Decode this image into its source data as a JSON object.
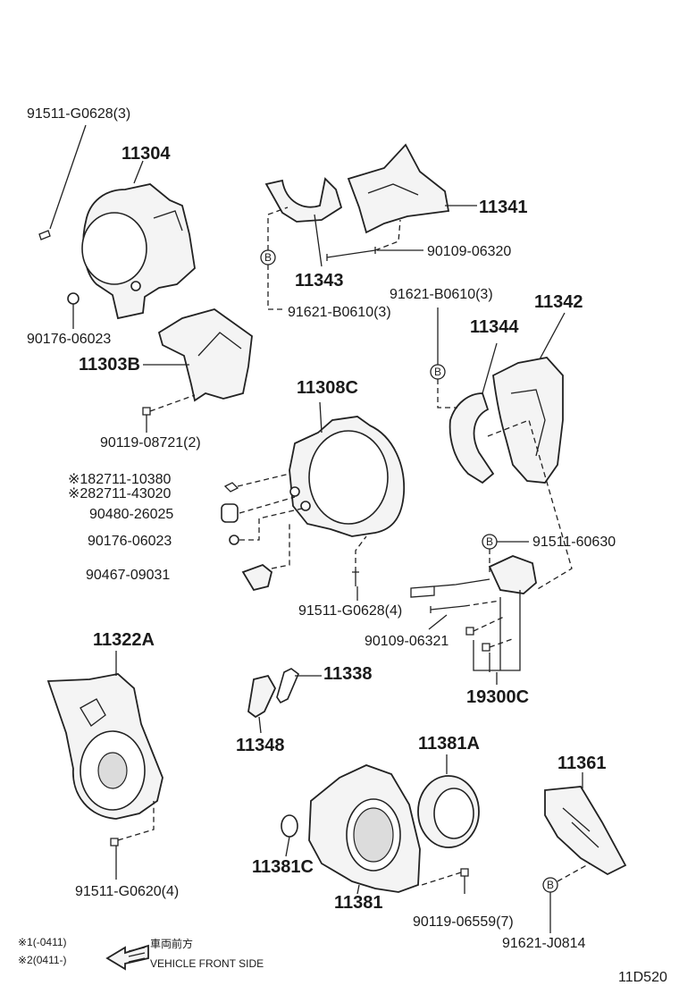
{
  "labels": {
    "p91511_G0628_3": "91511-G0628(3)",
    "p11304": "11304",
    "p90176_06023_a": "90176-06023",
    "p11303B": "11303B",
    "p90119_08721_2": "90119-08721(2)",
    "p11341": "11341",
    "p90109_06320": "90109-06320",
    "p11343": "11343",
    "p91621_B0610_3_a": "91621-B0610(3)",
    "p91621_B0610_3_b": "91621-B0610(3)",
    "p11342": "11342",
    "p11344": "11344",
    "p11308C": "11308C",
    "p82711_10380": "※182711-10380",
    "p82711_43020": "※282711-43020",
    "p90480_26025": "90480-26025",
    "p90176_06023_b": "90176-06023",
    "p90467_09031": "90467-09031",
    "p91511_G0628_4": "91511-G0628(4)",
    "p91511_60630": "91511-60630",
    "p90109_06321": "90109-06321",
    "p19300C": "19300C",
    "p11322A": "11322A",
    "p11338": "11338",
    "p11348": "11348",
    "p91511_G0620_4": "91511-G0620(4)",
    "p11381A": "11381A",
    "p11361": "11361",
    "p11381C": "11381C",
    "p11381": "11381",
    "p90119_06559_7": "90119-06559(7)",
    "p91621_J0814": "91621-J0814"
  },
  "ref_marker": "B",
  "notes": {
    "note1": "※1(-0411)",
    "note2": "※2(0411-)",
    "front_jp": "車両前方",
    "front_en": "VEHICLE FRONT SIDE"
  },
  "diagram_code": "11D520"
}
